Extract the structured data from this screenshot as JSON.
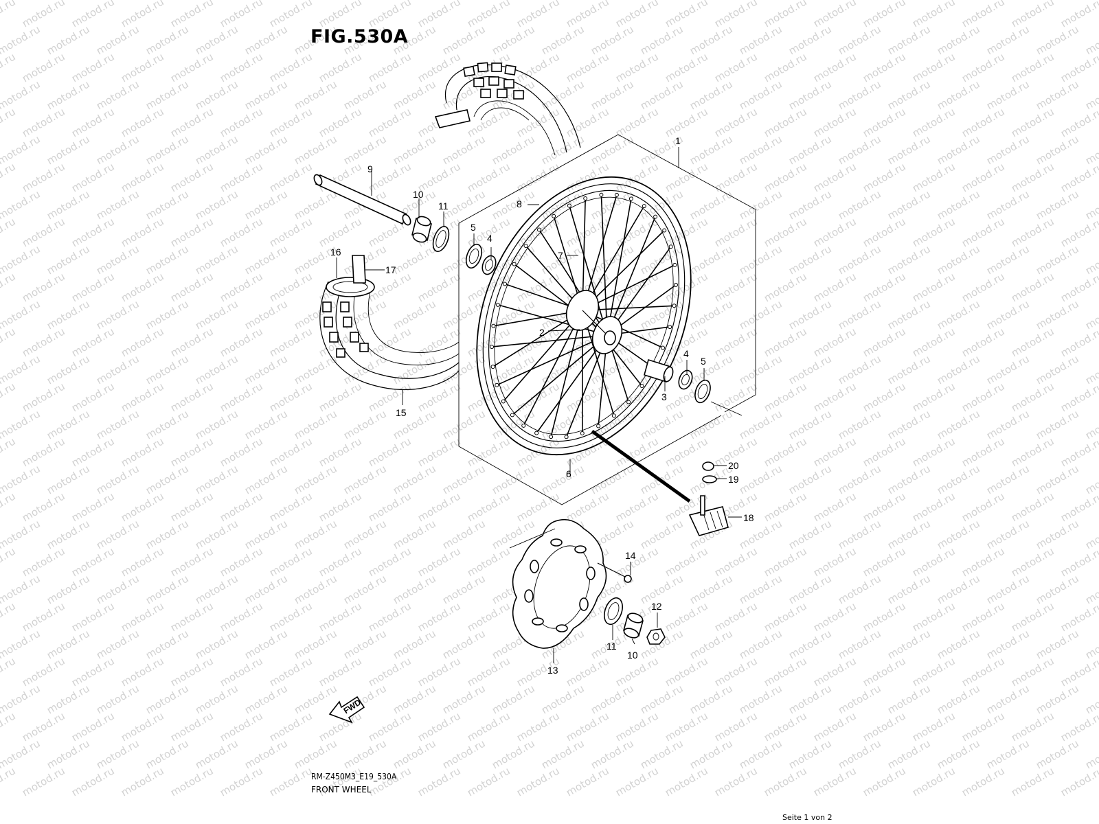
{
  "figure": {
    "title": "FIG.530A",
    "model_code": "RM-Z450M3_E19_530A",
    "caption": "FRONT WHEEL",
    "page_info": "Seite 1 von 2",
    "fwd_label": "FWD",
    "watermark_text": "motod.ru",
    "callouts": [
      {
        "id": "c1",
        "label": "1"
      },
      {
        "id": "c2",
        "label": "2"
      },
      {
        "id": "c3",
        "label": "3"
      },
      {
        "id": "c4a",
        "label": "4"
      },
      {
        "id": "c4b",
        "label": "4"
      },
      {
        "id": "c5a",
        "label": "5"
      },
      {
        "id": "c5b",
        "label": "5"
      },
      {
        "id": "c6",
        "label": "6"
      },
      {
        "id": "c7",
        "label": "7"
      },
      {
        "id": "c8",
        "label": "8"
      },
      {
        "id": "c9",
        "label": "9"
      },
      {
        "id": "c10a",
        "label": "10"
      },
      {
        "id": "c10b",
        "label": "10"
      },
      {
        "id": "c11a",
        "label": "11"
      },
      {
        "id": "c11b",
        "label": "11"
      },
      {
        "id": "c12",
        "label": "12"
      },
      {
        "id": "c13",
        "label": "13"
      },
      {
        "id": "c14",
        "label": "14"
      },
      {
        "id": "c15",
        "label": "15"
      },
      {
        "id": "c16",
        "label": "16"
      },
      {
        "id": "c17",
        "label": "17"
      },
      {
        "id": "c18",
        "label": "18"
      },
      {
        "id": "c19",
        "label": "19"
      },
      {
        "id": "c20",
        "label": "20"
      }
    ]
  }
}
